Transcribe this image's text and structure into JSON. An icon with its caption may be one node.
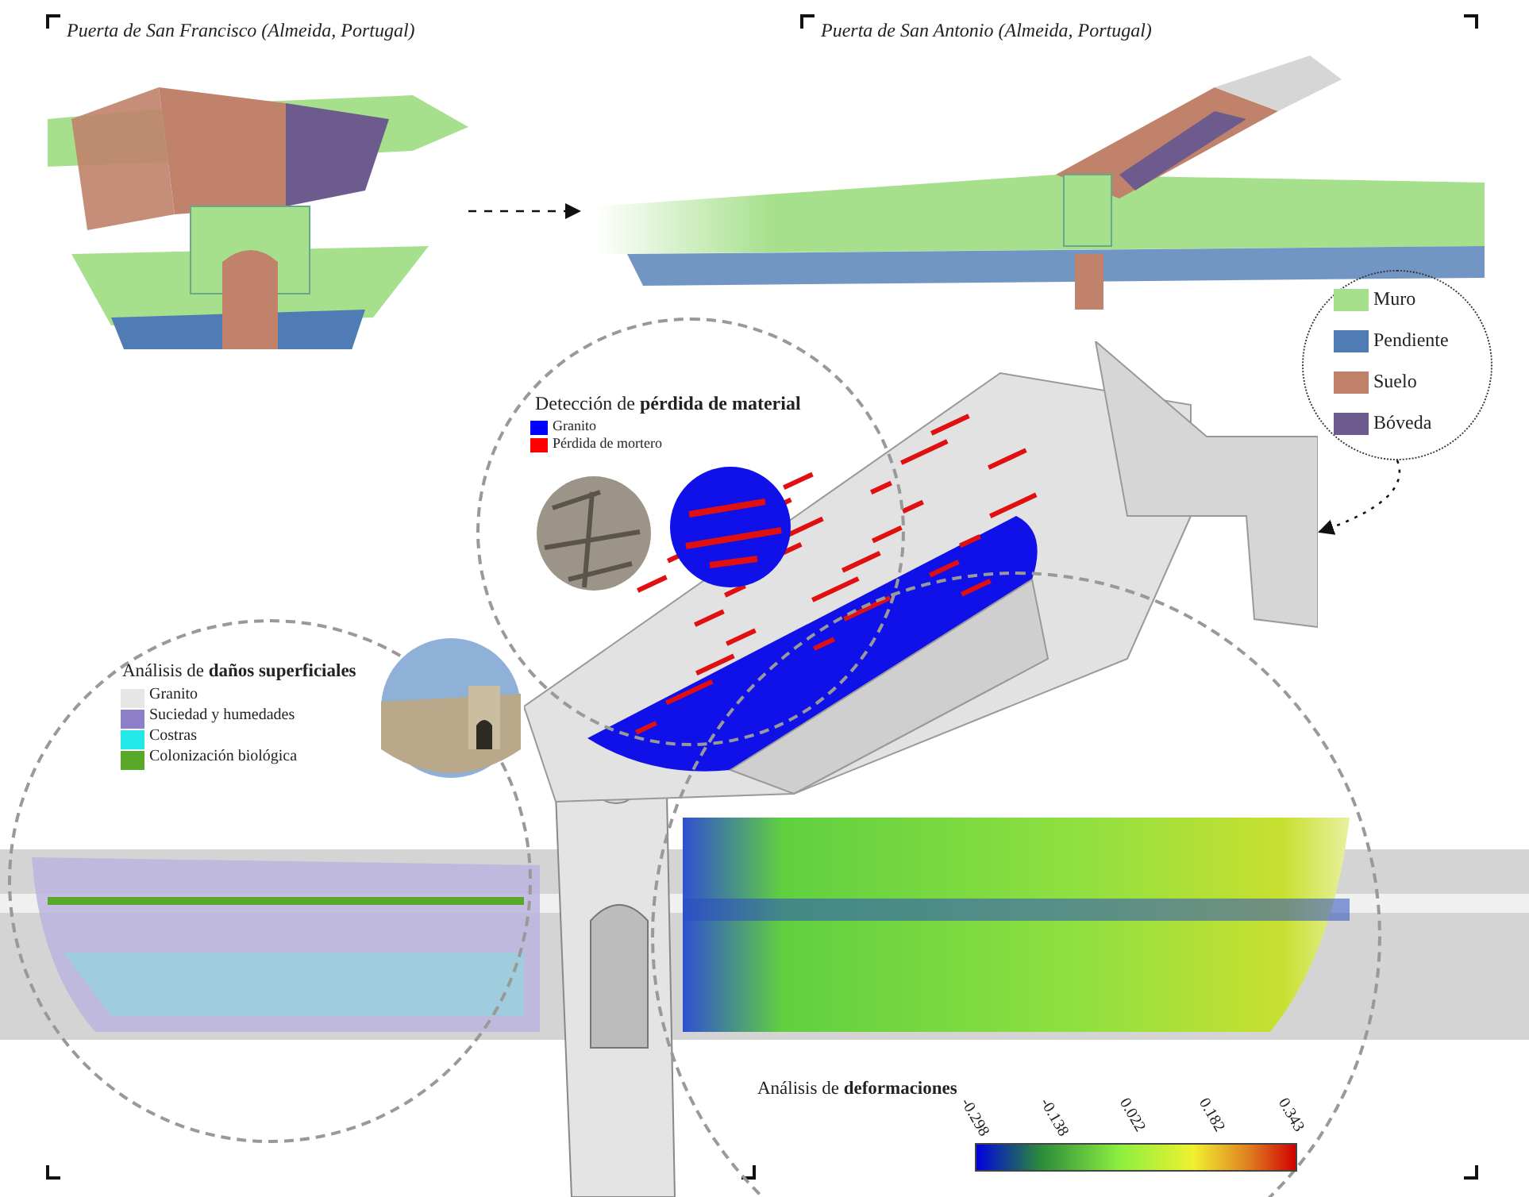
{
  "diagram": {
    "nodes": [
      {
        "text": [
          "Puerta de San Francisco (Almeida, Portugal)"
        ]
      },
      {
        "text": [
          "Puerta de San Antonio (Almeida, Portugal)"
        ]
      },
      {
        "text": [],
        "shape": "circle"
      },
      {
        "text": [],
        "shape": "picture"
      },
      {
        "text": [
          "Detección de **pérdida de material**"
        ]
      },
      {
        "text": [
          "Análisis de **daños superficiales**"
        ]
      },
      {
        "text": [
          "Análisis de **deformaciones**"
        ]
      }
    ],
    "edges": [
      {
        "from": 0,
        "to": 1,
        "arrow": "to",
        "style": "dashed"
      },
      {
        "from": 2,
        "to": 3,
        "arrow": "to",
        "style": "dashed"
      }
    ],
    "labels": [
      "-0.298",
      "-0.138",
      "0.022",
      "0.182",
      "0.343"
    ],
    "legend": [
      {
        "text": "Muro",
        "color": "#a6e08c"
      },
      {
        "text": "Pendiente",
        "color": "#4f7cb4"
      },
      {
        "text": "Suelo",
        "color": "#c0826a"
      },
      {
        "text": "Bóveda",
        "color": "#6e5b8e"
      },
      {
        "text": "Granito",
        "color": "#0000ff"
      },
      {
        "text": "Pérdida de mortero",
        "color": "#ff0000"
      },
      {
        "text": "Granito",
        "color": "#e6e6e6"
      },
      {
        "text": "Suciedad y humedades",
        "color": "#8e7fc9"
      },
      {
        "text": "Costras",
        "color": "#22e8e8"
      },
      {
        "text": "Colonización biológica",
        "color": "#5aa82a"
      }
    ]
  }
}
